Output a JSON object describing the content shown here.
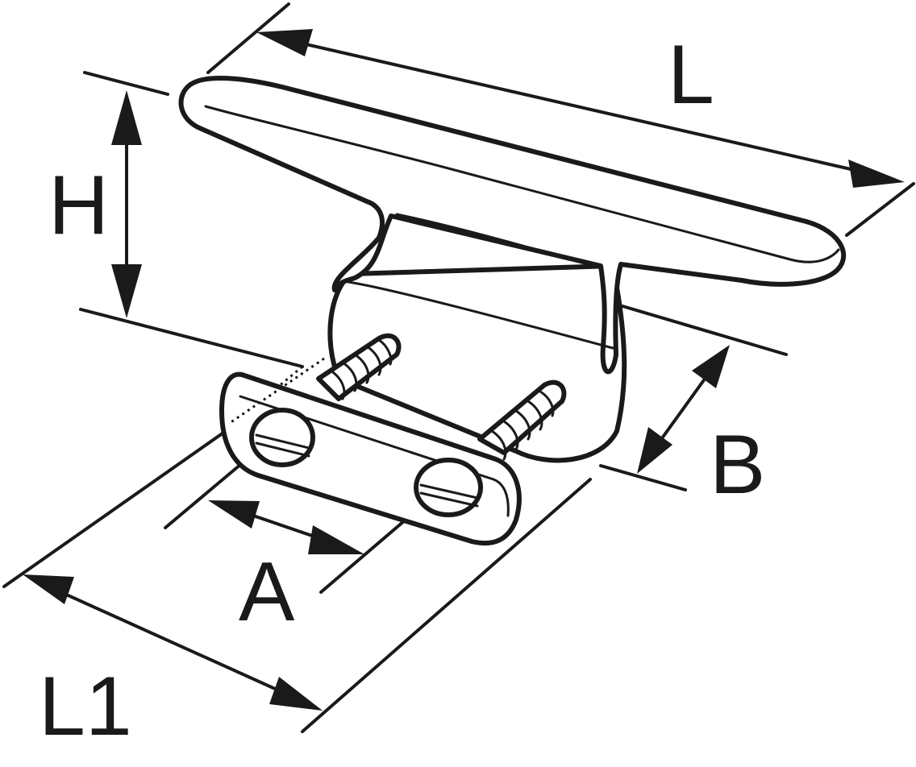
{
  "diagram": {
    "labels": {
      "L": "L",
      "H": "H",
      "B": "B",
      "A": "A",
      "L1": "L1"
    }
  }
}
